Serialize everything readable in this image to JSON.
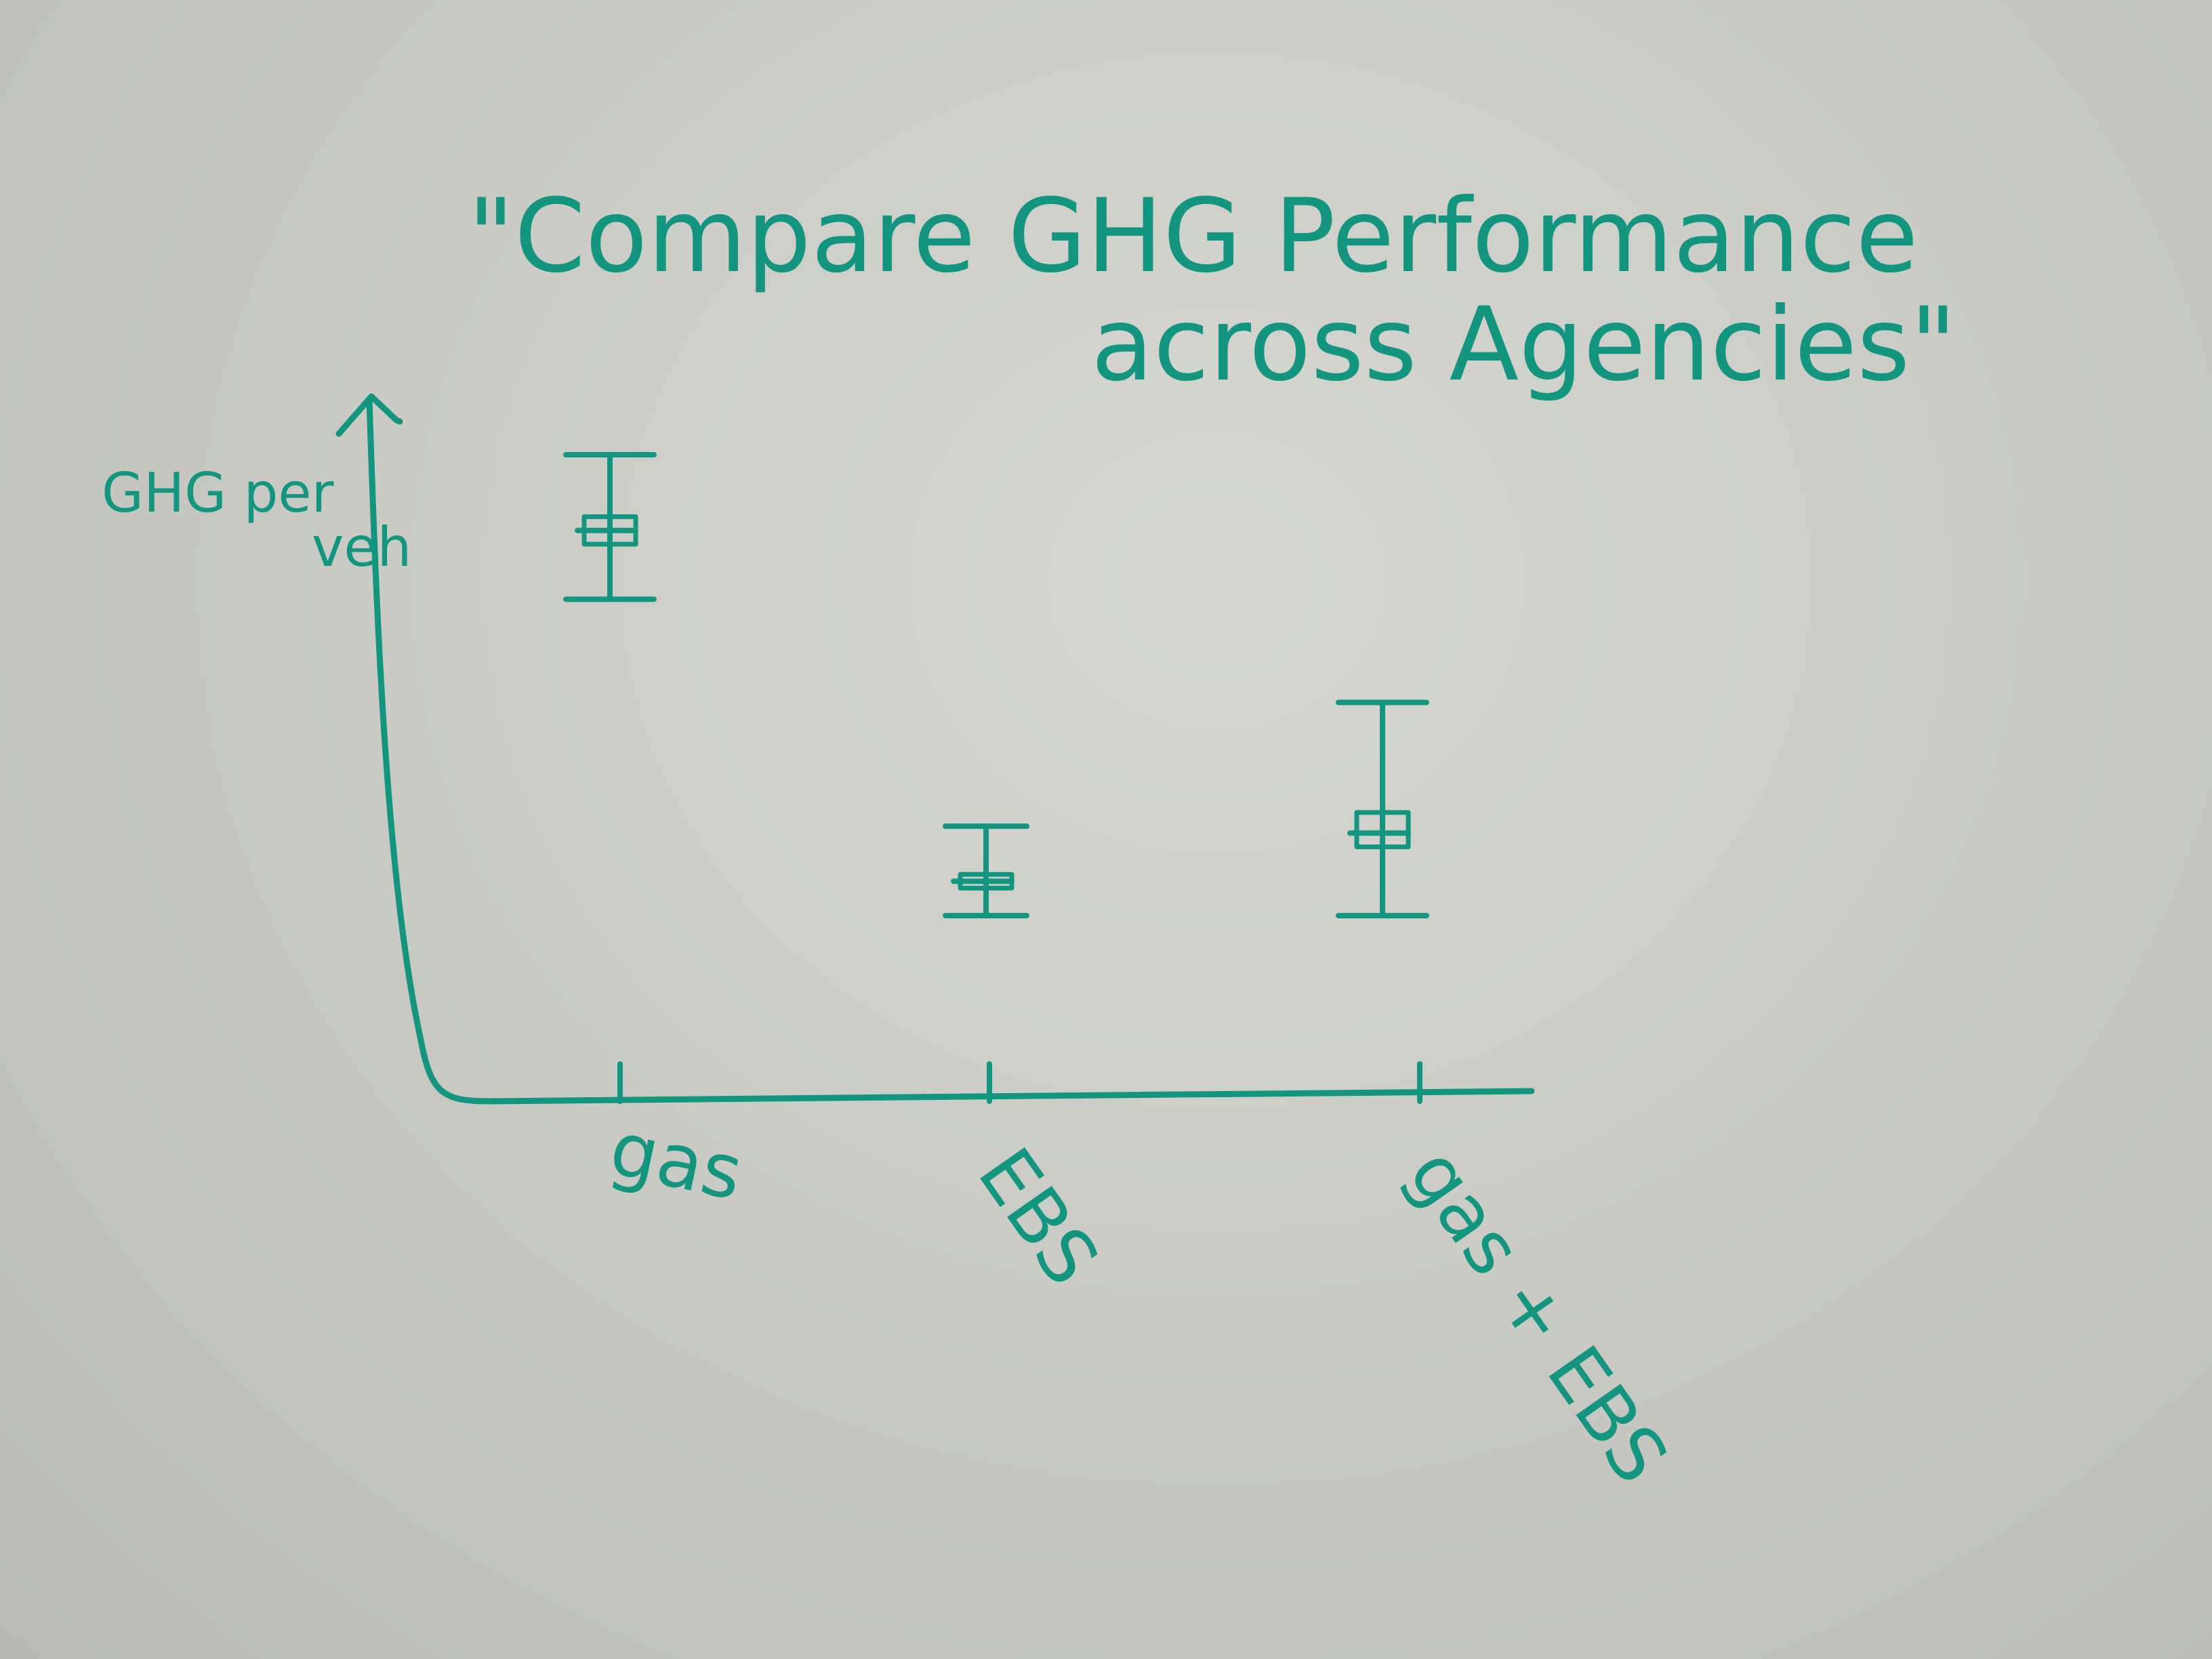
{
  "chart_data": {
    "type": "scatter",
    "title_line1": "\"Compare GHG Performance",
    "title_line2": "across Agencies\"",
    "xlabel": "",
    "ylabel_line1": "GHG per",
    "ylabel_line2": "veh",
    "categories": [
      "gas",
      "EBS",
      "gas + EBS"
    ],
    "points": [
      {
        "category": "gas",
        "low": 0.72,
        "q1": 0.8,
        "mid": 0.82,
        "q3": 0.84,
        "high": 0.93
      },
      {
        "category": "EBS",
        "low": 0.26,
        "q1": 0.3,
        "mid": 0.31,
        "q3": 0.32,
        "high": 0.39
      },
      {
        "category": "gas + EBS",
        "low": 0.26,
        "q1": 0.36,
        "mid": 0.38,
        "q3": 0.41,
        "high": 0.57
      }
    ],
    "ylim": [
      0,
      1
    ],
    "grid": false,
    "colors": {
      "ink": "#14957f",
      "board": "#cbccc6"
    }
  }
}
